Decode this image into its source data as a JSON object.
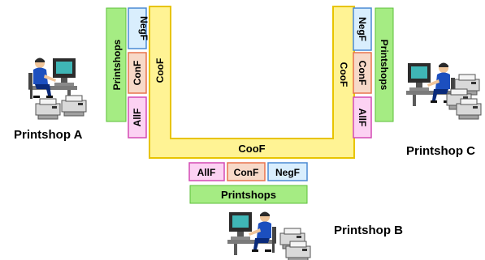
{
  "colors": {
    "printshops": "#a5ec83",
    "coof": "#fff394",
    "conf": "#f7d9c8",
    "allf": "#fcd2f3",
    "negf": "#d9eefd",
    "conf_border": "#e8734e",
    "allf_border": "#d44ab4",
    "negf_border": "#4a8ad4",
    "coof_border": "#e8c400"
  },
  "icons": [
    "computer-operator-icon",
    "printer-icon"
  ],
  "sites": {
    "a": "Printshop A",
    "b": "Printshop B",
    "c": "Printshop C"
  },
  "left": {
    "printshops": "Printshops",
    "negf": "NegF",
    "conf": "ConF",
    "allf": "AllF",
    "coof": "CooF"
  },
  "right": {
    "printshops": "Printshops",
    "negf": "NegF",
    "conf": "ConF",
    "allf": "AllF",
    "coof": "CooF"
  },
  "bottom": {
    "coof": "CooF",
    "allf": "AllF",
    "conf": "ConF",
    "negf": "NegF",
    "printshops": "Printshops"
  }
}
